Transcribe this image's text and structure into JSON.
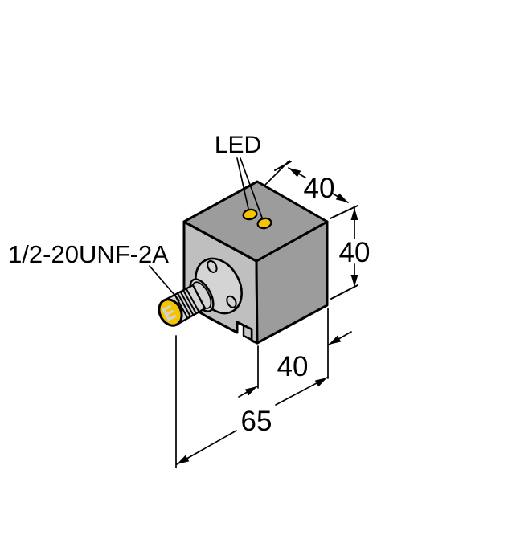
{
  "figure": {
    "type": "technical-dimension-drawing",
    "labels": {
      "led": "LED",
      "thread_spec": "1/2-20UNF-2A"
    },
    "dimensions": {
      "top_width_mm": "40",
      "height_mm": "40",
      "depth_mm": "40",
      "overall_length_mm": "65"
    },
    "colors": {
      "background": "#ffffff",
      "line": "#000000",
      "face_top": "#9c9c9c",
      "face_right": "#9c9c9c",
      "face_front": "#bfbfbf",
      "face_notch": "#c6c6c6",
      "connector_gray": "#d4d4d4",
      "indicator_yellow": "#f4c400",
      "pin_slot_gray": "#d2d2d2"
    }
  }
}
